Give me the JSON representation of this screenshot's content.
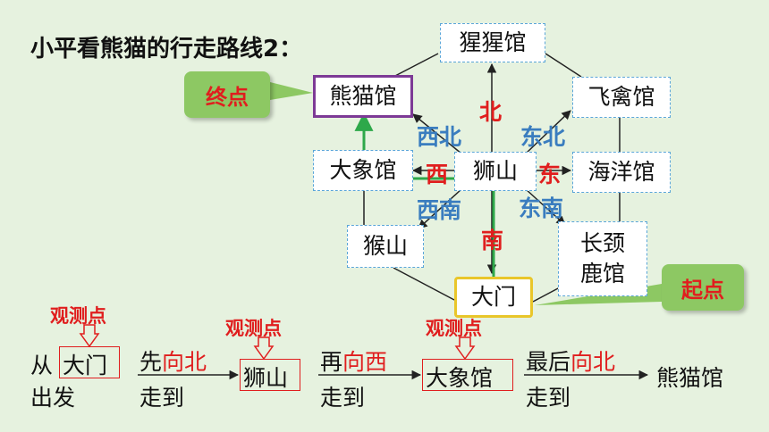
{
  "title": "小平看熊猫的行走路线2：",
  "nodes": {
    "orangutan": "猩猩馆",
    "panda": "熊猫馆",
    "aviary": "飞禽馆",
    "elephant": "大象馆",
    "lion": "狮山",
    "ocean": "海洋馆",
    "monkey": "猴山",
    "giraffe_line1": "长颈",
    "giraffe_line2": "鹿馆",
    "gate": "大门"
  },
  "directions": {
    "north": "北",
    "south": "南",
    "east": "东",
    "west": "西",
    "northwest": "西北",
    "northeast": "东北",
    "southwest": "西南",
    "southeast": "东南"
  },
  "callouts": {
    "end": "终点",
    "start": "起点"
  },
  "route": {
    "from_char": "从",
    "start_label": "出发",
    "gate": "大门",
    "step1_prefix": "先",
    "step1_dir": "向北",
    "arrive_label": "走到",
    "lion": "狮山",
    "step2_prefix": "再",
    "step2_dir": "向西",
    "elephant": "大象馆",
    "step3_prefix": "最后",
    "step3_dir": "向北",
    "destination": "熊猫馆",
    "observation_point": "观测点"
  },
  "colors": {
    "background": "#e6f2df",
    "route_line": "#2ea84a",
    "highlight": "#e01e1e",
    "compass_blue": "#3a7dbf"
  }
}
